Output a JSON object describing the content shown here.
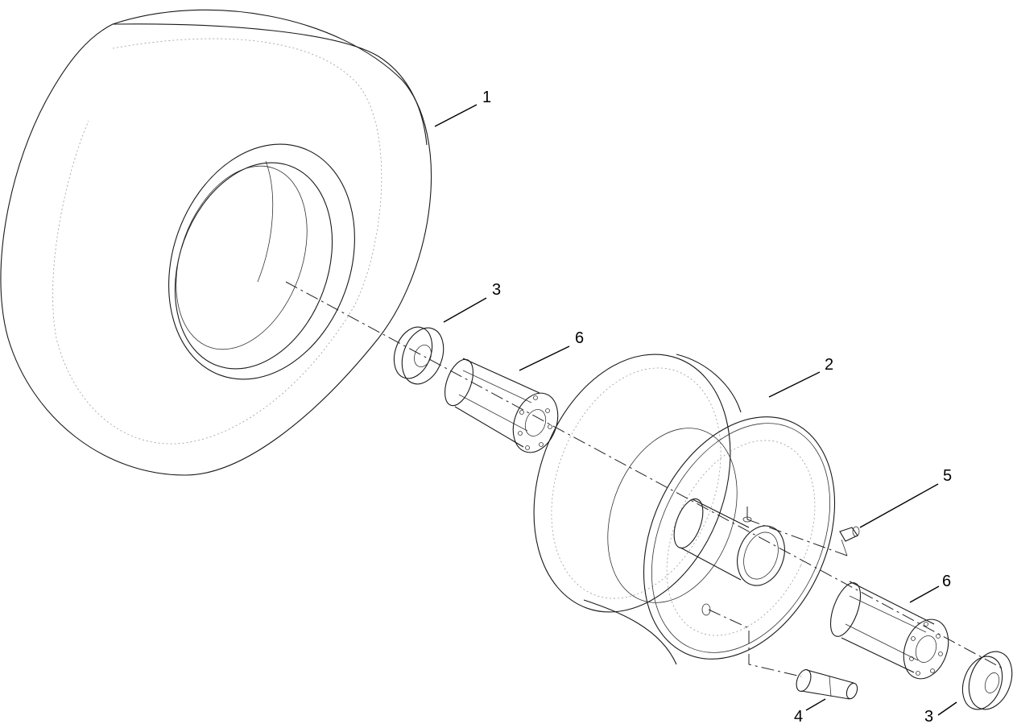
{
  "callouts": [
    {
      "id": "tire",
      "label": "1"
    },
    {
      "id": "wheel-rim",
      "label": "2"
    },
    {
      "id": "spacer-upper",
      "label": "3"
    },
    {
      "id": "spacer-lower",
      "label": "3"
    },
    {
      "id": "valve-stem",
      "label": "4"
    },
    {
      "id": "grease-fitting",
      "label": "5"
    },
    {
      "id": "bearing-upper",
      "label": "6"
    },
    {
      "id": "bearing-lower",
      "label": "6"
    }
  ]
}
